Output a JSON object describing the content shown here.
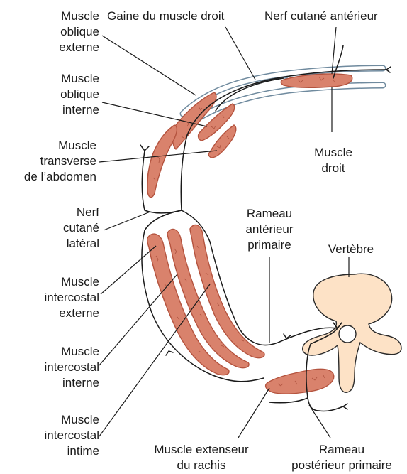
{
  "colors": {
    "muscle": "#d9826c",
    "muscle_edge": "#b4533e",
    "sheath": "#ffffff",
    "sheath_edge": "#6f8a9e",
    "vertebra": "#fde2c6",
    "vertebra_edge": "#2a2a2a",
    "line": "#1a1a1a"
  },
  "labels": {
    "oblique_ext": [
      "Muscle",
      "oblique",
      "externe"
    ],
    "gaine": [
      "Gaine du muscle droit"
    ],
    "nerf_ant": [
      "Nerf cutané antérieur"
    ],
    "oblique_int": [
      "Muscle",
      "oblique",
      "interne"
    ],
    "transverse": [
      "Muscle",
      "transverse",
      "de l’abdomen"
    ],
    "droit": [
      "Muscle",
      "droit"
    ],
    "nerf_lat": [
      "Nerf",
      "cutané",
      "latéral"
    ],
    "rameau_ant": [
      "Rameau",
      "antérieur",
      "primaire"
    ],
    "vertebre": [
      "Vertèbre"
    ],
    "ic_ext": [
      "Muscle",
      "intercostal",
      "externe"
    ],
    "ic_int": [
      "Muscle",
      "intercostal",
      "interne"
    ],
    "ic_intime": [
      "Muscle",
      "intercostal",
      "intime"
    ],
    "extenseur": [
      "Muscle extenseur",
      "du rachis"
    ],
    "rameau_post": [
      "Rameau",
      "postérieur primaire"
    ]
  }
}
